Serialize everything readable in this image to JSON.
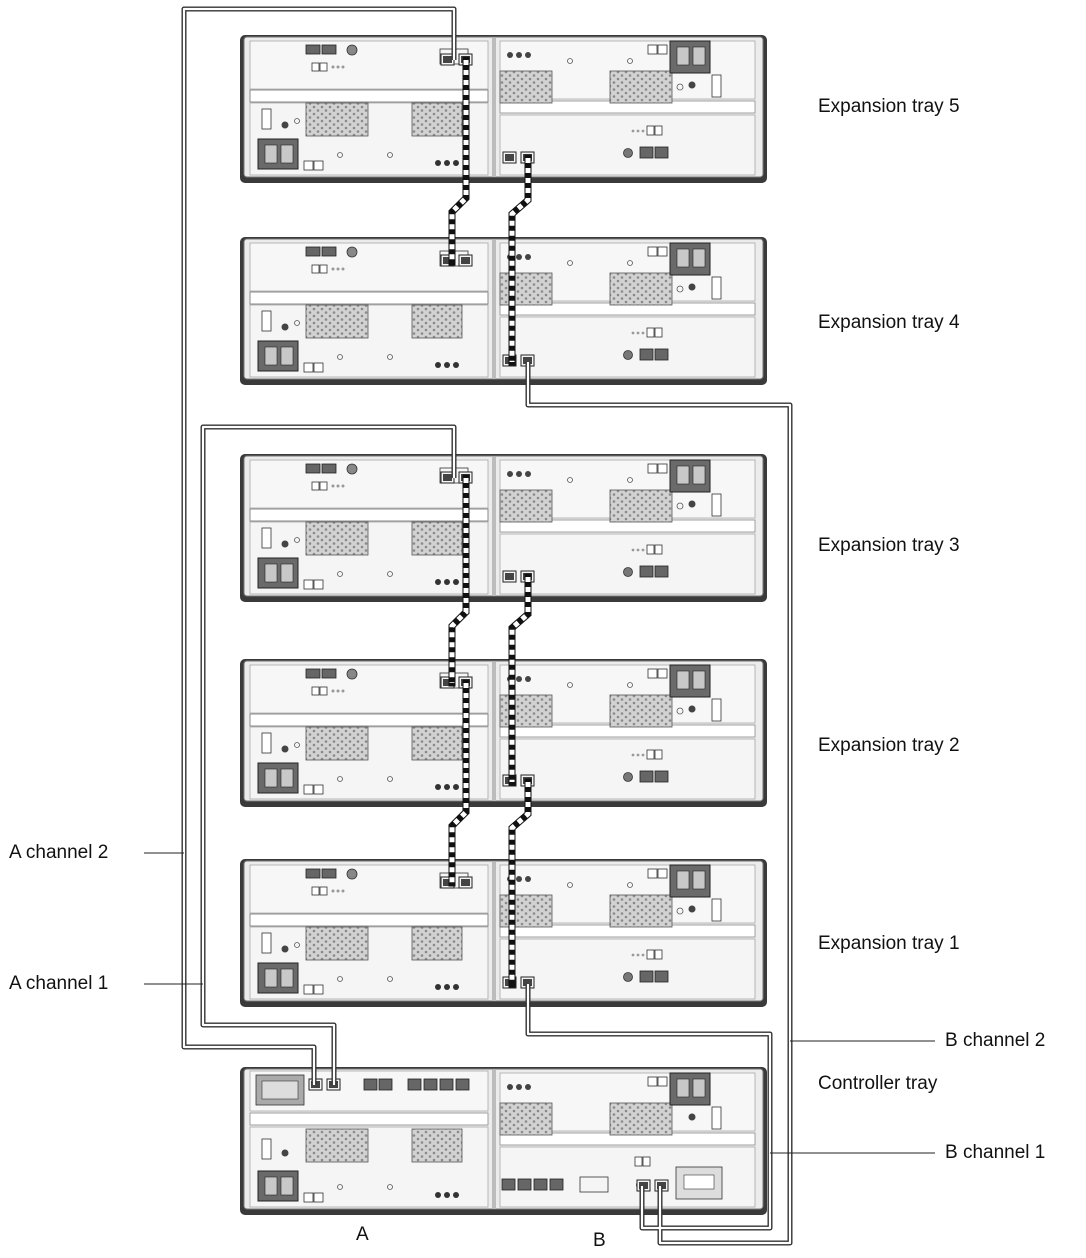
{
  "trays": [
    {
      "id": "exp5",
      "label": "Expansion tray 5"
    },
    {
      "id": "exp4",
      "label": "Expansion tray 4"
    },
    {
      "id": "exp3",
      "label": "Expansion tray 3"
    },
    {
      "id": "exp2",
      "label": "Expansion tray 2"
    },
    {
      "id": "exp1",
      "label": "Expansion tray 1"
    },
    {
      "id": "ctrl",
      "label": "Controller tray"
    }
  ],
  "channels": {
    "a1": "A channel 1",
    "a2": "A channel 2",
    "b1": "B channel 1",
    "b2": "B channel 2"
  },
  "controllers": {
    "a": "A",
    "b": "B"
  }
}
